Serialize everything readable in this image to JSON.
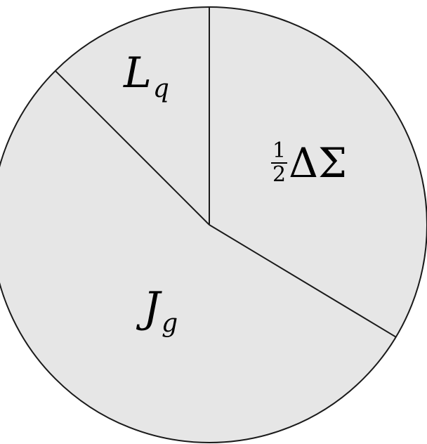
{
  "colors": {
    "fill": "#e6e6e6",
    "stroke": "#1a1a1a",
    "background": "#ffffff"
  },
  "slices": [
    {
      "id": "delta-sigma",
      "label_fraction_numerator": "1",
      "label_fraction_denominator": "2",
      "label_symbols": "ΔΣ",
      "start_deg": 0,
      "end_deg": 121
    },
    {
      "id": "jg",
      "label_main": "J",
      "label_sub": "g",
      "start_deg": 121,
      "end_deg": 315
    },
    {
      "id": "lq",
      "label_main": "L",
      "label_sub": "q",
      "start_deg": 315,
      "end_deg": 360
    }
  ]
}
